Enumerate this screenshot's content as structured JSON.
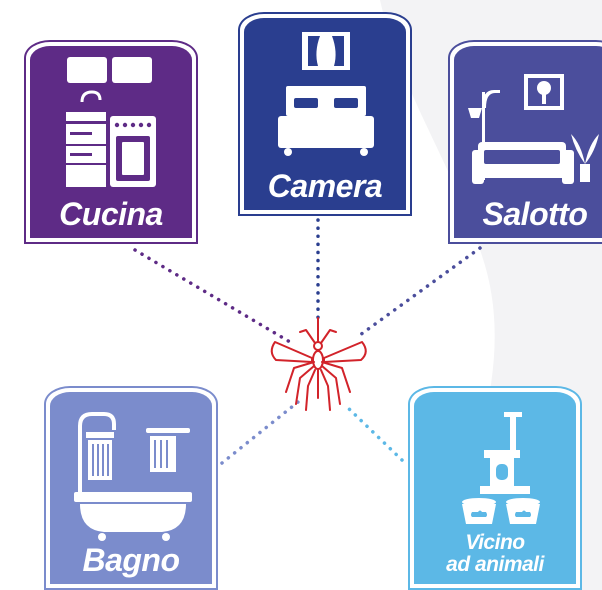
{
  "colors": {
    "cucina": "#5e2b86",
    "camera": "#2a3e8f",
    "salotto": "#4b4e9c",
    "bagno": "#7b8ccc",
    "animali": "#5cb8e6",
    "mosquito": "#d2232a",
    "background_shape": "#f2f2f4"
  },
  "rooms": {
    "cucina": {
      "label": "Cucina",
      "icon": "kitchen-icon"
    },
    "camera": {
      "label": "Camera",
      "icon": "bedroom-icon"
    },
    "salotto": {
      "label": "Salotto",
      "icon": "living-room-icon"
    },
    "bagno": {
      "label": "Bagno",
      "icon": "bathroom-icon"
    },
    "animali": {
      "label_line1": "Vicino",
      "label_line2": "ad animali",
      "icon": "pet-icon"
    }
  },
  "center": {
    "icon": "mosquito-icon"
  }
}
